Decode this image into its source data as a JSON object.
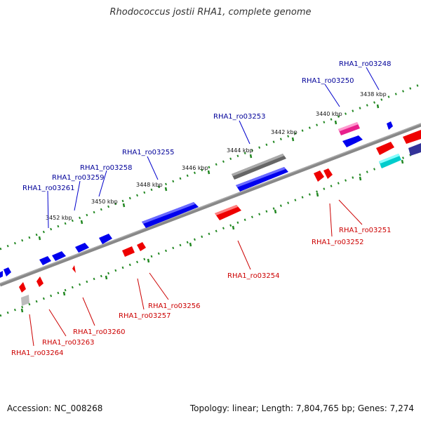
{
  "title": "Rhodococcus jostii RHA1, complete genome",
  "footer": {
    "accession": "Accession: NC_008268",
    "topology": "Topology: linear; Length: 7,804,765 bp; Genes: 7,274"
  },
  "scale_labels": [
    "3438 kbp",
    "3440 kbp",
    "3442 kbp",
    "3444 kbp",
    "3446 kbp",
    "3448 kbp",
    "3450 kbp",
    "3452 kbp"
  ],
  "gene_labels_top": [
    "RHA1_ro03248",
    "RHA1_ro03250",
    "RHA1_ro03253",
    "RHA1_ro03255",
    "RHA1_ro03258",
    "RHA1_ro03259",
    "RHA1_ro03261"
  ],
  "gene_labels_bottom": [
    "RHA1_ro03251",
    "RHA1_ro03252",
    "RHA1_ro03254",
    "RHA1_ro03256",
    "RHA1_ro03257",
    "RHA1_ro03260",
    "RHA1_ro03263",
    "RHA1_ro03264"
  ],
  "colors": {
    "forward_strand": "#0000ee",
    "reverse_strand": "#ee0000",
    "backbone": "#888888",
    "tick": "#228822",
    "label_top": "#000099",
    "label_bottom": "#cc0000"
  }
}
